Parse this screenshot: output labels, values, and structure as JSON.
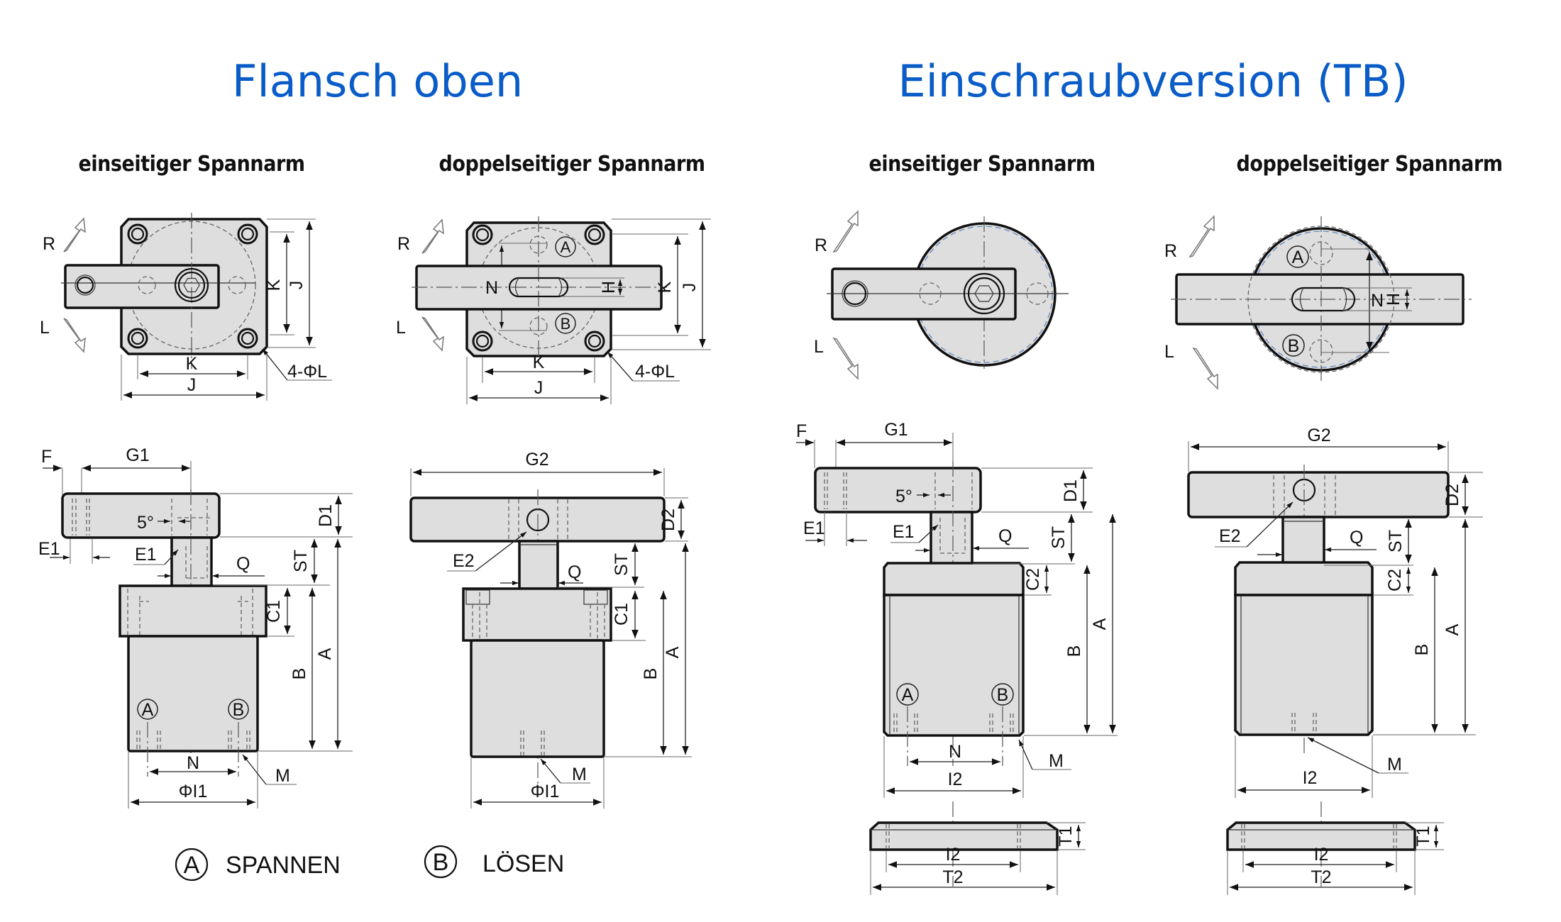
{
  "titles": {
    "flange_top": "Flansch oben",
    "screw_in": "Einschraubversion (TB)"
  },
  "subtitles": {
    "flange_single": "einseitiger Spannarm",
    "flange_double": "doppelseitiger Spannarm",
    "screw_single": "einseitiger Spannarm",
    "screw_double": "doppelseitiger Spannarm"
  },
  "colors": {
    "title": "#0a5cc8",
    "part_fill": "#dedede",
    "outline": "#111111"
  },
  "rotation": {
    "right": "R",
    "left": "L"
  },
  "ports": {
    "a": "A",
    "b": "B"
  },
  "dims": {
    "A": "A",
    "B": "B",
    "C1": "C1",
    "C2": "C2",
    "D1": "D1",
    "D2": "D2",
    "E1": "E1",
    "E2": "E2",
    "F": "F",
    "G1": "G1",
    "G2": "G2",
    "H": "H",
    "J": "J",
    "K": "K",
    "M": "M",
    "N": "N",
    "Q": "Q",
    "ST": "ST",
    "T1": "T1",
    "T2": "T2",
    "I2": "I2",
    "PhiI1": "ΦI1",
    "holes": "4-ΦL",
    "angle": "5°"
  },
  "legend": [
    {
      "symbol": "A",
      "label": "SPANNEN"
    },
    {
      "symbol": "B",
      "label": "LÖSEN"
    }
  ]
}
